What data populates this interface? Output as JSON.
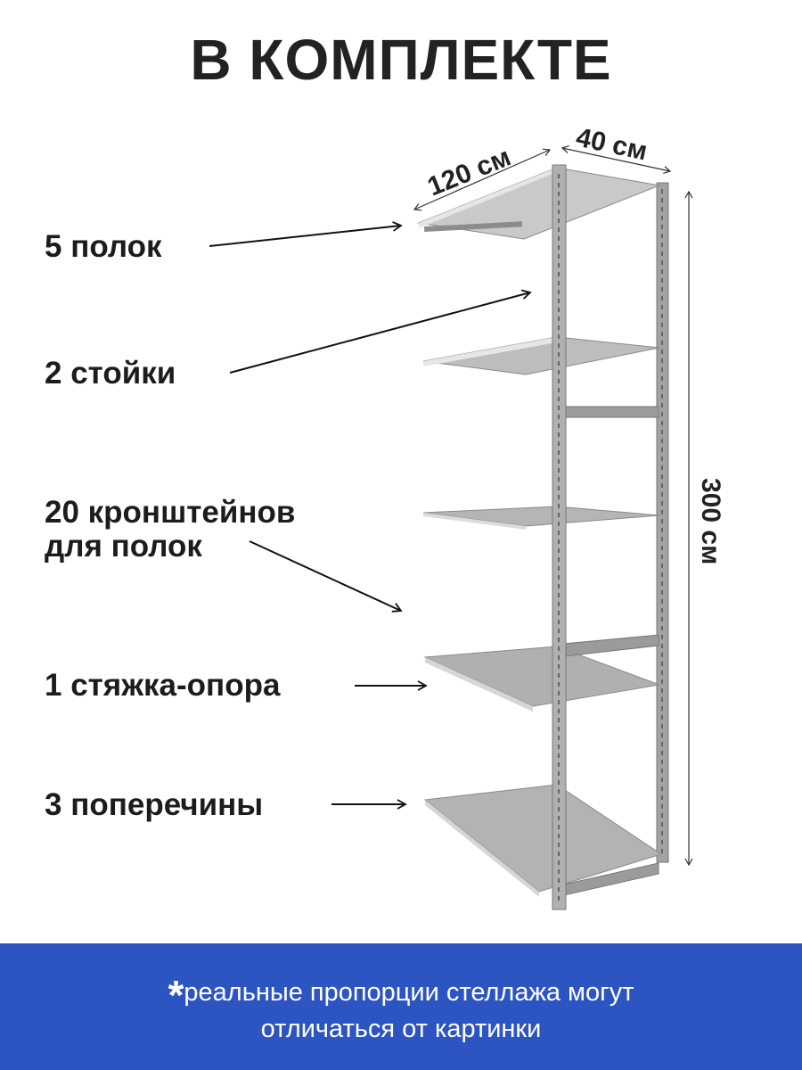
{
  "title": "В КОМПЛЕКТЕ",
  "items": [
    {
      "label": "5 полок"
    },
    {
      "label": "2 стойки"
    },
    {
      "label_line1": "20 кронштейнов",
      "label_line2": "для полок"
    },
    {
      "label": "1 стяжка-опора"
    },
    {
      "label": "3 поперечины"
    }
  ],
  "dimensions": {
    "length": "120 см",
    "depth": "40 см",
    "height": "300 см"
  },
  "footer": {
    "asterisk": "*",
    "line1": "реальные пропорции стеллажа могут",
    "line2": "отличаться от картинки"
  },
  "colors": {
    "footer_bg": "#2c55c1",
    "metal": "#9a9a9a"
  }
}
